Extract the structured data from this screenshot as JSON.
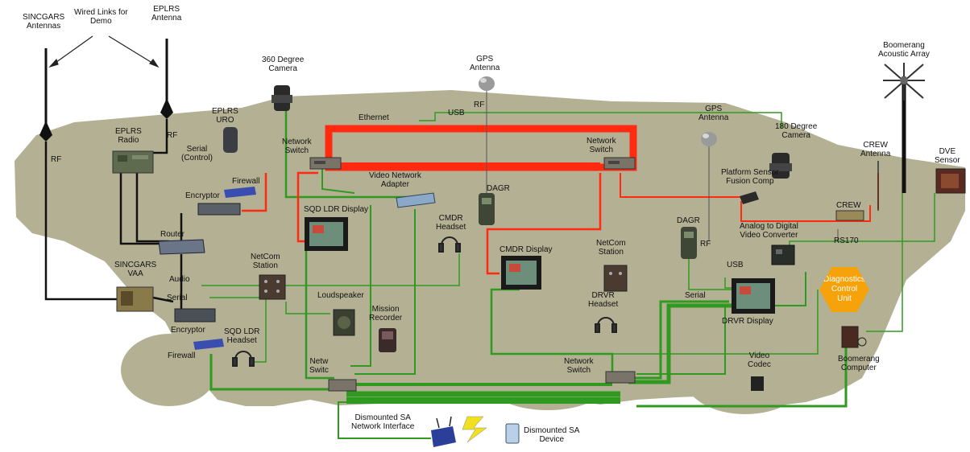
{
  "labels": {
    "sincgars_antennas": "SINCGARS\nAntennas",
    "wired_links": "Wired Links for\nDemo",
    "eplrs_antenna": "EPLRS\nAntenna",
    "rf_left": "RF",
    "eplrs_radio": "EPLRS\nRadio",
    "rf_radio": "RF",
    "serial_control": "Serial\n(Control)",
    "eplrs_uro": "EPLRS\nURO",
    "camera_360": "360 Degree\nCamera",
    "ethernet": "Ethernet",
    "network_switch_tl": "Network\nSwitch",
    "gps_antenna_1": "GPS\nAntenna",
    "usb_top": "USB",
    "rf_gps": "RF",
    "network_switch_tr": "Network\nSwitch",
    "gps_antenna_2": "GPS\nAntenna",
    "camera_180": "180 Degree\nCamera",
    "boomerang_array": "Boomerang\nAcoustic Array",
    "crew_antenna": "CREW\nAntenna",
    "dve_sensor": "DVE\nSensor",
    "firewall_top": "Firewall",
    "encryptor_top": "Encryptor",
    "video_network_adapter": "Video Network\nAdapter",
    "dagr_center": "DAGR",
    "platform_sensor": "Platform Sensor\nFusion Comp",
    "sqd_ldr_display": "SQD LDR Display",
    "cmdr_headset": "CMDR\nHeadset",
    "dagr_right": "DAGR",
    "rf_dagr": "RF",
    "crew": "CREW",
    "analog_digital": "Analog to Digital\nVideo Converter",
    "router": "Router",
    "netcom_station_left": "NetCom\nStation",
    "cmdr_display": "CMDR Display",
    "netcom_station_right": "NetCom\nStation",
    "rs170": "RS170",
    "usb_right": "USB",
    "sincgars_vaa": "SINCGARS\nVAA",
    "audio": "Audio",
    "serial_vaa": "Serial",
    "loudspeaker": "Loudspeaker",
    "drvr_headset": "DRVR\nHeadset",
    "serial_right": "Serial",
    "drvr_display": "DRVR Display",
    "diagnostics": "Diagnostics\nControl\nUnit",
    "encryptor_bottom": "Encryptor",
    "sqd_ldr_headset": "SQD LDR\nHeadset",
    "mission_recorder": "Mission\nRecorder",
    "firewall_bottom": "Firewall",
    "network_switch_bl": "Netw\nSwitc",
    "network_switch_br": "Network\nSwitch",
    "video_codec": "Video\nCodec",
    "boomerang_computer": "Boomerang\nComputer",
    "dismounted_interface": "Dismounted SA\nNetwork Interface",
    "dismounted_device": "Dismounted SA\nDevice"
  },
  "colors": {
    "vehicle": "#b4b094",
    "ethernet": "#ff2a10",
    "network": "#2f9a1f",
    "serial": "#111111",
    "diagnostics": "#f5a20b"
  }
}
